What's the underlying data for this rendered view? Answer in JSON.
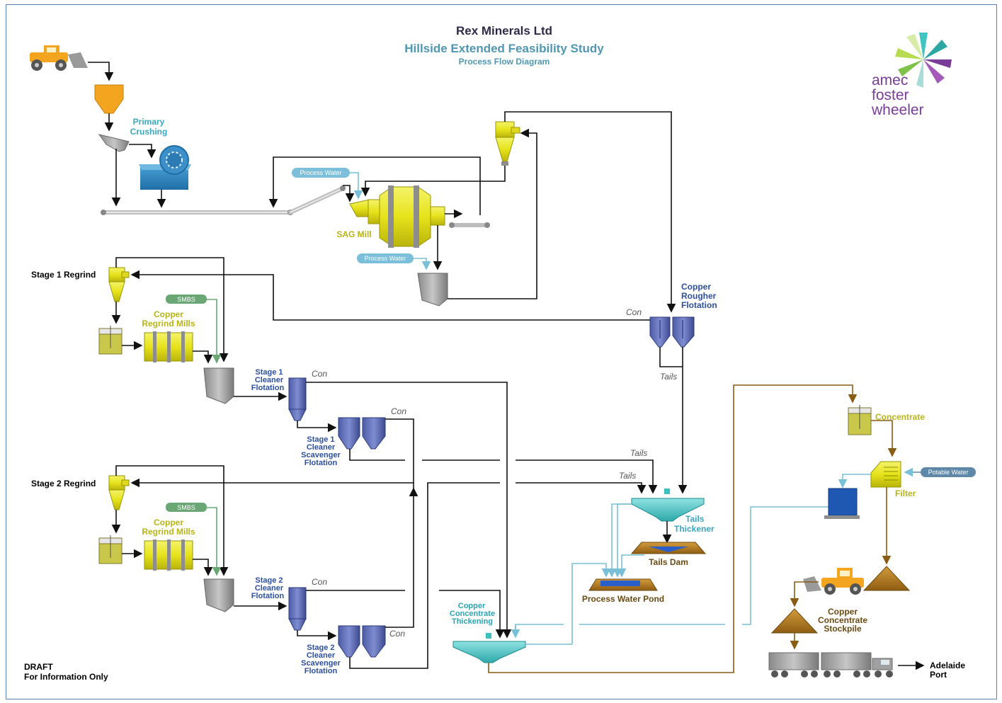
{
  "header": {
    "title": "Rex Minerals Ltd",
    "subtitle": "Hillside Extended Feasibility Study",
    "caption": "Process Flow Diagram"
  },
  "logo": {
    "line1": "amec",
    "line2": "foster",
    "line3": "wheeler"
  },
  "labels": {
    "primary_crushing": [
      "Primary",
      "Crushing"
    ],
    "sag_mill": "SAG Mill",
    "process_water_1": "Process Water",
    "process_water_2": "Process Water",
    "stage1_regrind": "Stage 1 Regrind",
    "stage2_regrind": "Stage 2 Regrind",
    "smbs_1": "SMBS",
    "smbs_2": "SMBS",
    "copper_regrind_1": [
      "Copper",
      "Regrind Mills"
    ],
    "copper_regrind_2": [
      "Copper",
      "Regrind Mills"
    ],
    "rougher": [
      "Copper",
      "Rougher",
      "Flotation"
    ],
    "stage1_cleaner": [
      "Stage 1",
      "Cleaner",
      "Flotation"
    ],
    "stage2_cleaner": [
      "Stage 2",
      "Cleaner",
      "Flotation"
    ],
    "stage1_scav": [
      "Stage 1",
      "Cleaner",
      "Scavenger",
      "Flotation"
    ],
    "stage2_scav": [
      "Stage 2",
      "Cleaner",
      "Scavenger",
      "Flotation"
    ],
    "con_1": "Con",
    "con_2": "Con",
    "con_3": "Con",
    "con_4": "Con",
    "con_5": "Con",
    "tails_1": "Tails",
    "tails_2": "Tails",
    "tails_3": "Tails",
    "tails_thickener": [
      "Tails",
      "Thickener"
    ],
    "tails_dam": "Tails Dam",
    "process_water_pond": "Process Water Pond",
    "cu_conc_thickening": [
      "Copper",
      "Concentrate",
      "Thickening"
    ],
    "concentrate": "Concentrate",
    "filter": "Filter",
    "potable_water": "Potable Water",
    "stockpile": [
      "Copper",
      "Concentrate",
      "Stockpile"
    ],
    "adelaide": [
      "Adelaide",
      "Port"
    ],
    "draft": [
      "DRAFT",
      "For Information Only"
    ]
  },
  "colors": {
    "yellow": "#e8e62a",
    "cyclone_yellow": "#e0d81e",
    "flotation_blue": "#5c6bb0",
    "thickener_teal": "#4fc4c4",
    "water_pill": "#7cbfda",
    "smbs_pill": "#6aa775",
    "gray_sump": "#9b9b9b",
    "brown_line": "#8a5b14",
    "loader_orange": "#f3a51f"
  }
}
